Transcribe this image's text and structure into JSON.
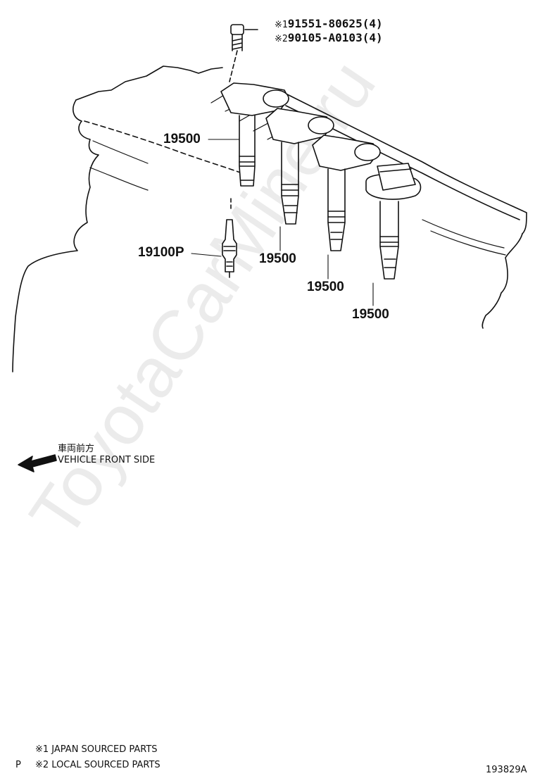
{
  "bolt": {
    "line1_mark": "※1",
    "line1_part": "91551-80625(4)",
    "line2_mark": "※2",
    "line2_part": "90105-A0103(4)"
  },
  "callouts": {
    "coil_1": "19500",
    "coil_2": "19500",
    "coil_3": "19500",
    "coil_4": "19500",
    "spark_plug": "19100P"
  },
  "front_indicator": {
    "japanese": "車両前方",
    "english": "VEHICLE FRONT SIDE"
  },
  "notes": {
    "note1": "※1 JAPAN SOURCED PARTS",
    "note2": "※2 LOCAL SOURCED PARTS",
    "marker": "P"
  },
  "diagram_id": "193829A",
  "watermark": "ToyotaCarMine.ru"
}
